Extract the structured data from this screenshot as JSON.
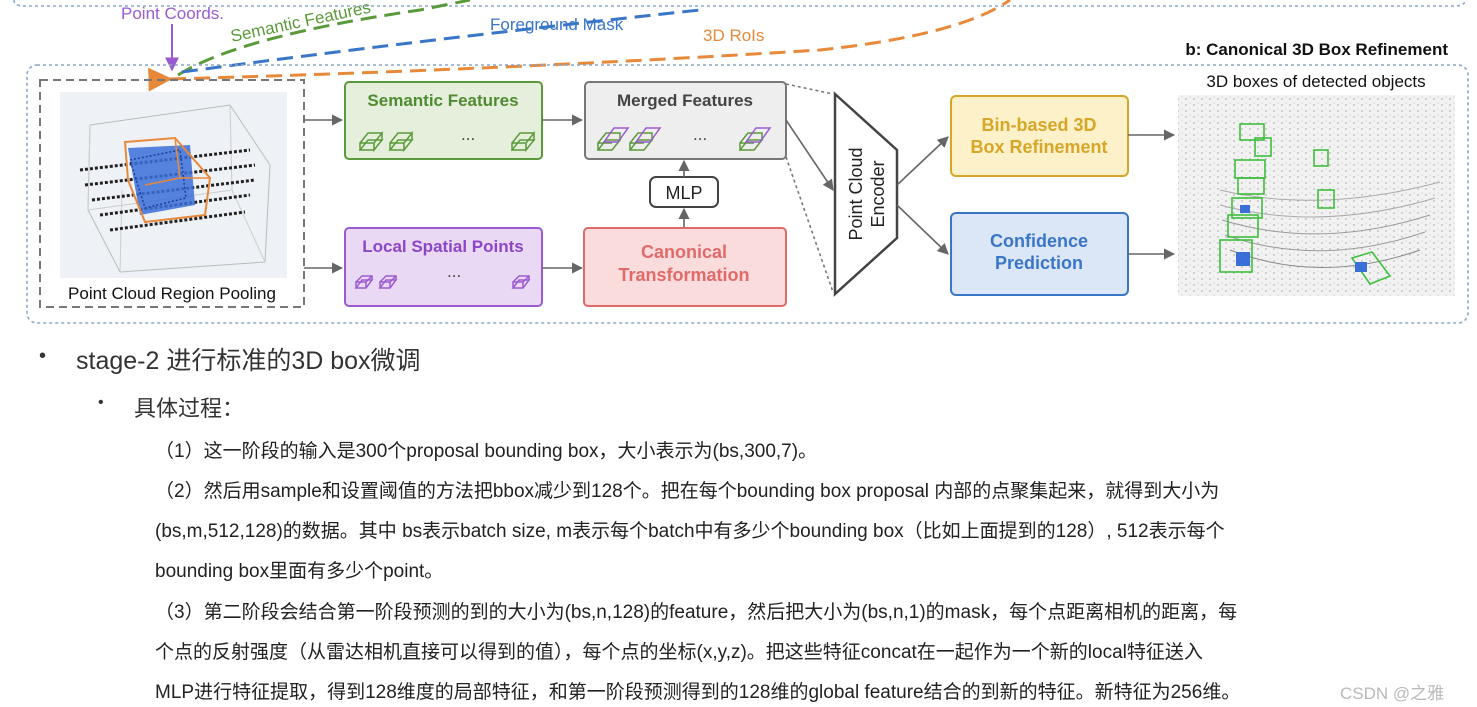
{
  "figure": {
    "arrow_labels": {
      "point_coords": "Point Coords.",
      "semantic_features": "Semantic Features",
      "foreground_mask": "Foreground Mask",
      "rois": "3D RoIs"
    },
    "panel_title": "b: Canonical 3D Box Refinement",
    "region_pooling_label": "Point Cloud Region Pooling",
    "semantic_features_box": "Semantic Features",
    "merged_features_box": "Merged Features",
    "ellipsis": "...",
    "mlp_label": "MLP",
    "local_spatial_points_box": "Local Spatial Points",
    "canonical_transformation": [
      "Canonical",
      "Transformation"
    ],
    "encoder_label": [
      "Point Cloud",
      "Encoder"
    ],
    "bin_refinement": [
      "Bin-based 3D",
      "Box Refinement"
    ],
    "confidence_prediction": [
      "Confidence",
      "Prediction"
    ],
    "detected_objects_title": "3D boxes of detected objects",
    "colors": {
      "purple": "#9b5bd0",
      "green": "#5a9a3a",
      "blue": "#3a76c8",
      "orange": "#e8893a",
      "red": "#e06a6a",
      "yellow": "#d7a628"
    }
  },
  "notes": {
    "bullet_1": "stage-2 进行标准的3D box微调",
    "bullet_2": "具体过程：",
    "lines": [
      "（1）这一阶段的输入是300个proposal bounding box，大小表示为(bs,300,7)。",
      "（2）然后用sample和设置阈值的方法把bbox减少到128个。把在每个bounding box proposal 内部的点聚集起来，就得到大小为",
      "(bs,m,512,128)的数据。其中 bs表示batch size, m表示每个batch中有多少个bounding box（比如上面提到的128）, 512表示每个",
      "bounding box里面有多少个point。",
      "（3）第二阶段会结合第一阶段预测的到的大小为(bs,n,128)的feature，然后把大小为(bs,n,1)的mask，每个点距离相机的距离，每",
      "个点的反射强度（从雷达相机直接可以得到的值），每个点的坐标(x,y,z)。把这些特征concat在一起作为一个新的local特征送入",
      "MLP进行特征提取，得到128维度的局部特征，和第一阶段预测得到的128维的global feature结合的到新的特征。新特征为256维。"
    ],
    "watermark": "CSDN @之雅"
  }
}
